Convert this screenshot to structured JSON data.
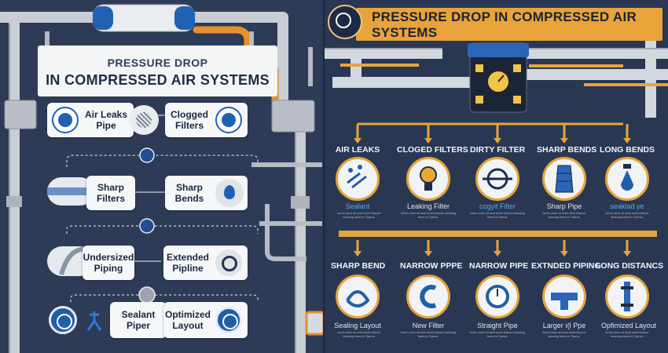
{
  "left": {
    "title_line1": "PRESSURE DROP",
    "title_line2": "IN COMPRESSED AIR SYSTEMS",
    "cards": [
      {
        "label": "Air Leaks\nPipe",
        "icon": "leak-gauge-icon"
      },
      {
        "label": "Clogged\nFilters",
        "icon": "filter-mesh-icon"
      },
      {
        "label": "Sharp\nFilters",
        "icon": "pipe-filter-icon"
      },
      {
        "label": "Sharp\nBends",
        "icon": "water-drop-icon"
      },
      {
        "label": "Undersized\nPiping",
        "icon": "bent-pipe-icon"
      },
      {
        "label": "Extended\nPipline",
        "icon": "pipe-ring-icon"
      },
      {
        "label": "Sealant\nPiper",
        "icon": "wrench-worker-icon"
      },
      {
        "label": "Optimized\nLayout",
        "icon": "layout-gauge-icon"
      }
    ]
  },
  "right": {
    "banner_title": "PRESSURE DROP IN COMPRESSED AIR SYSTEMS",
    "row1": [
      {
        "heading": "AIR LEAKS",
        "sub": "Sealant",
        "icon": "rain-leak-icon"
      },
      {
        "heading": "CLOGED FILTERS",
        "sub": "Leaking Filter",
        "icon": "lightbulb-icon"
      },
      {
        "heading": "DIRTY FILTER",
        "sub": "cogyit Filter",
        "icon": "ring-filter-icon"
      },
      {
        "heading": "SHARP BENDS",
        "sub": "Sharp Pipe",
        "icon": "cylinder-filter-icon"
      },
      {
        "heading": "LONG BENDS",
        "sub": "seaklad ye",
        "icon": "drop-valve-icon"
      }
    ],
    "row2": [
      {
        "heading": "SHARP BEND",
        "sub": "Sealing Layout",
        "icon": "swirl-icon"
      },
      {
        "heading": "NARROW PPPE",
        "sub": "New Filter",
        "icon": "c-pipe-icon"
      },
      {
        "heading": "NARROW PIPE",
        "sub": "Straight Pipe",
        "icon": "gauge-dial-icon"
      },
      {
        "heading": "EXTNDED PIPING",
        "sub": "Larger ı(l Ppe",
        "icon": "tee-pipe-icon"
      },
      {
        "heading": "LONG DISTANCS",
        "sub": "Opfimized Layout",
        "icon": "long-pipe-icon"
      }
    ],
    "caption_text": "lorem dolor sit anet amet bilauon lanssing faces in Tyaros."
  },
  "colors": {
    "navy": "#2e3b57",
    "orange": "#e5a53d",
    "pipe": "#c8ccd3",
    "blue": "#1f5fa8"
  }
}
